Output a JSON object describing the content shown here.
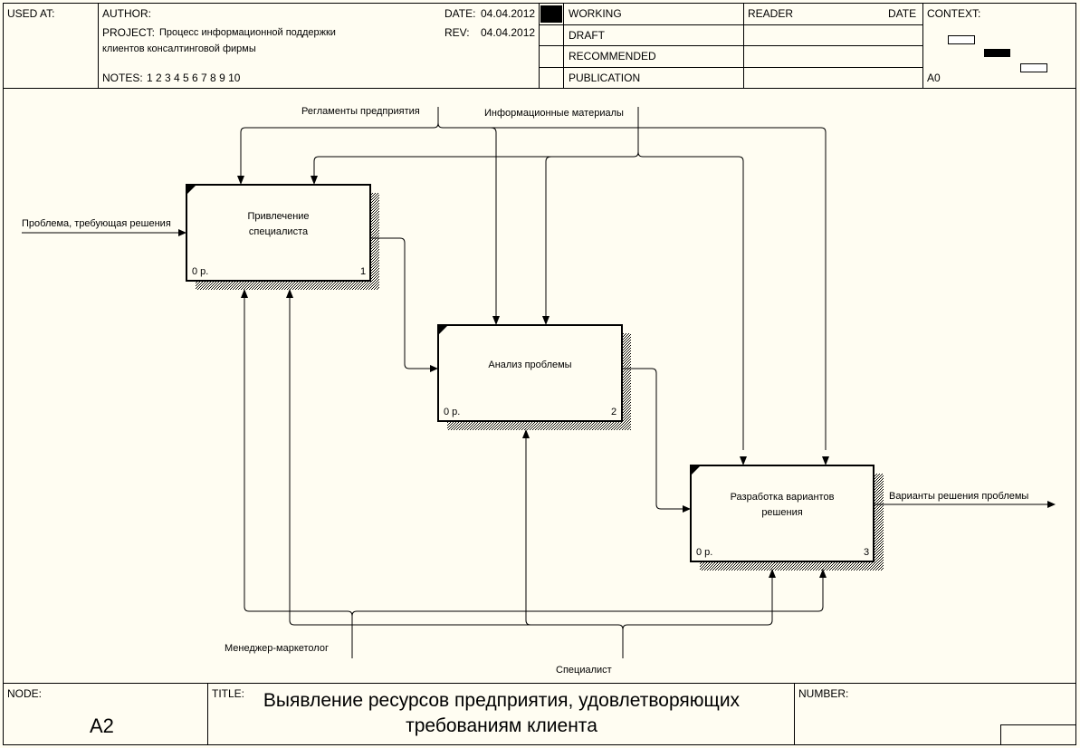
{
  "header": {
    "used_at_label": "USED AT:",
    "author_label": "AUTHOR:",
    "project_label": "PROJECT:",
    "project_line1": "Процесс информационной поддержки",
    "project_line2": "клиентов консалтинговой фирмы",
    "notes_label": "NOTES:",
    "notes_numbers": "1  2  3  4  5  6  7  8  9  10",
    "date_label": "DATE:",
    "date_value": "04.04.2012",
    "rev_label": "REV:",
    "rev_value": "04.04.2012",
    "status": [
      "WORKING",
      "DRAFT",
      "RECOMMENDED",
      "PUBLICATION"
    ],
    "reader_label": "READER",
    "reader_date_label": "DATE",
    "context_label": "CONTEXT:",
    "context_node": "A0"
  },
  "diagram": {
    "boxes": [
      {
        "line1": "Привлечение",
        "line2": "специалиста",
        "cost": "0 р.",
        "number": "1"
      },
      {
        "line1": "Анализ проблемы",
        "line2": "",
        "cost": "0 р.",
        "number": "2"
      },
      {
        "line1": "Разработка вариантов",
        "line2": "решения",
        "cost": "0 р.",
        "number": "3"
      }
    ],
    "arrows": {
      "input": "Проблема, требующая решения",
      "output": "Варианты решения проблемы",
      "control1": "Регламенты предприятия",
      "control2": "Информационные материалы",
      "mechanism1": "Менеджер-маркетолог",
      "mechanism2": "Специалист"
    }
  },
  "footer": {
    "node_label": "NODE:",
    "node_value": "A2",
    "title_label": "TITLE:",
    "title_line1": "Выявление ресурсов предприятия, удовлетворяющих",
    "title_line2": "требованиям клиента",
    "number_label": "NUMBER:"
  }
}
